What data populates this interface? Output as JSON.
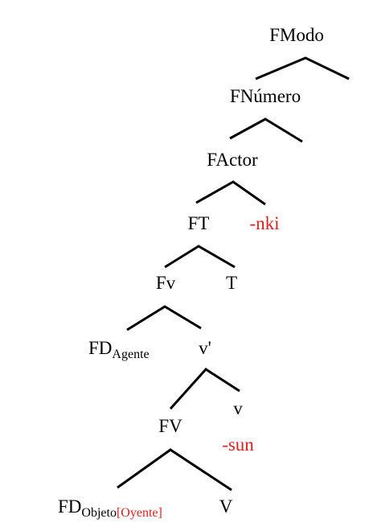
{
  "tree": {
    "nodes": {
      "fmodo": "FModo",
      "fnumero": "FNúmero",
      "factor": "FActor",
      "ft": "FT",
      "nki": "-nki",
      "fv_small": "Fv",
      "t": "T",
      "fd_agente_main": "FD",
      "fd_agente_sub": "Agente",
      "v_bar": "v'",
      "fv_big": "FV",
      "v_small": "v",
      "sun": "-sun",
      "fd_objeto_main": "FD",
      "fd_objeto_sub": "Objeto",
      "fd_objeto_feature": "[Oyente]",
      "v_big": "V"
    },
    "colors": {
      "text": "#000000",
      "affix": "#e0201e",
      "lines": "#000000"
    }
  }
}
